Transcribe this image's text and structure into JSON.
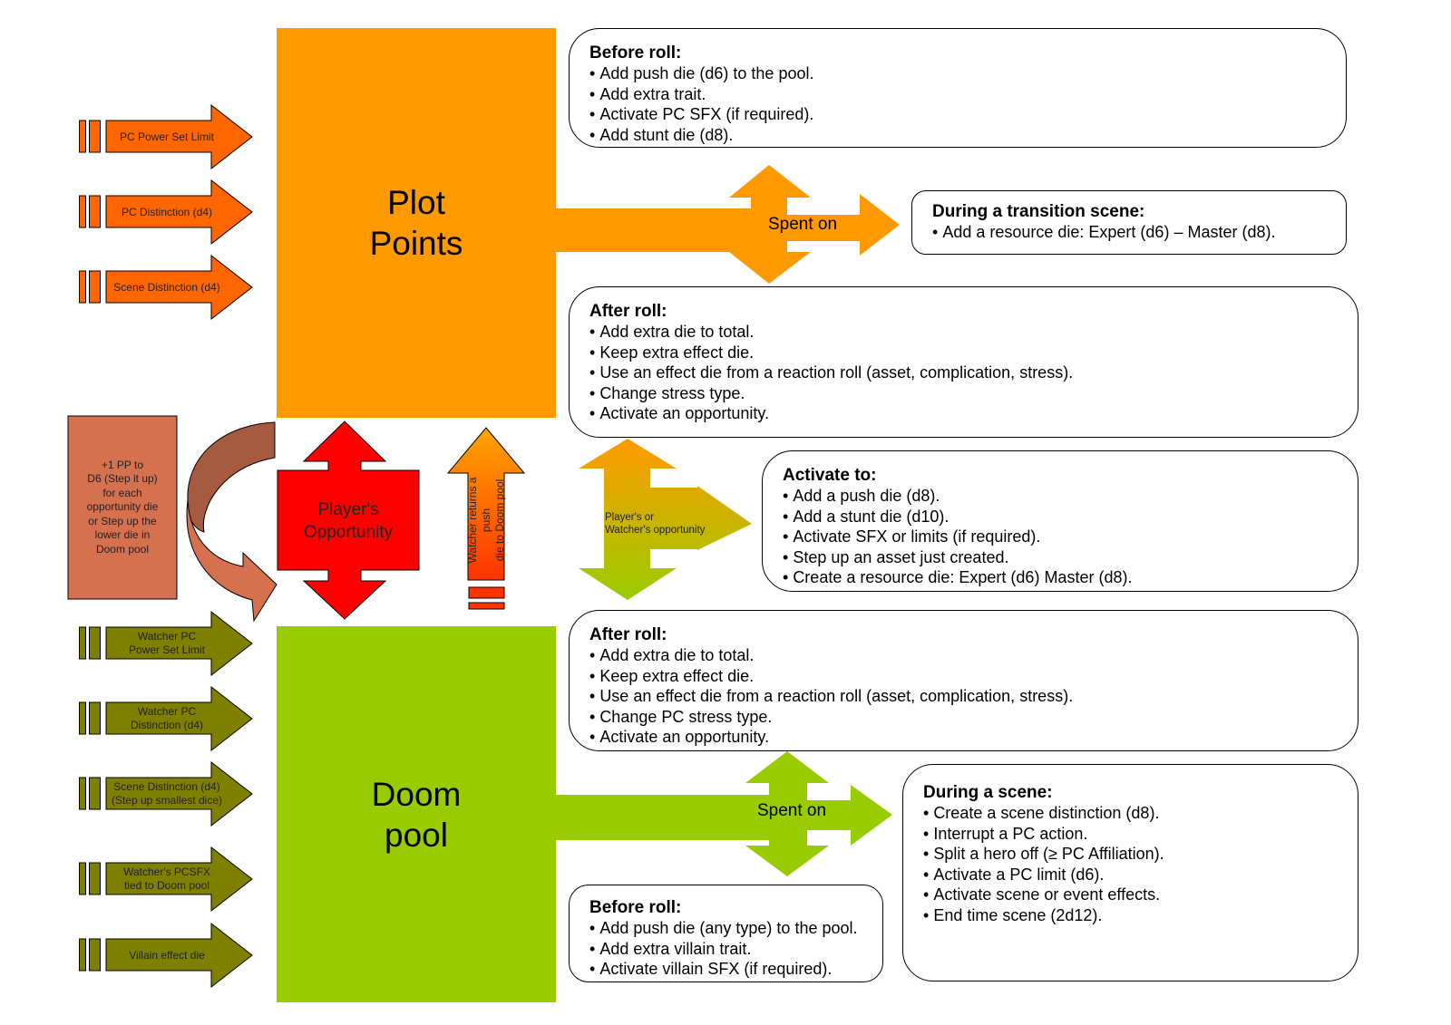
{
  "colors": {
    "plot_points": "#ff9900",
    "doom_pool": "#99cc00",
    "pp_input_arrow": "#ff6600",
    "doom_input_arrow": "#808000",
    "players_opportunity": "#ff0000",
    "pp_conversion_box": "#d5714f",
    "curved_arrow_dark": "#a65a40",
    "curved_arrow_light": "#d5714f"
  },
  "pools": {
    "plot_points": "Plot\nPoints",
    "doom_pool": "Doom\npool"
  },
  "plot_point_sources": [
    {
      "label": "PC Power Set Limit"
    },
    {
      "label": "PC Distinction (d4)"
    },
    {
      "label": "Scene Distinction (d4)"
    }
  ],
  "doom_pool_sources": [
    {
      "label": "Watcher PC\nPower Set Limit"
    },
    {
      "label": "Watcher PC\nDistinction (d4)"
    },
    {
      "label": "Scene Distinction (d4)\n(Step up smallest dice)"
    },
    {
      "label": "Watcher's PCSFX\ntied to Doom pool"
    },
    {
      "label": "Villain effect die"
    }
  ],
  "conversion_box": "+1 PP to\nD6 (Step it up)\nfor each\nopportunity die\nor Step up the\nlower die in\nDoom pool",
  "players_opportunity": "Player's\nOpportunity",
  "watcher_return": "Watcher returns a push\ndie to Doom pool",
  "shared_opportunity": "Player's or\nWatcher's opportunity",
  "spent_on_top": "Spent on",
  "spent_on_bottom": "Spent on",
  "callouts": {
    "pp_before_roll": {
      "title": "Before roll:",
      "items": [
        "Add push die (d6) to the pool.",
        "Add extra trait.",
        "Activate PC SFX (if required).",
        "Add stunt die (d8)."
      ]
    },
    "pp_transition": {
      "title": "During a transition scene:",
      "items": [
        "Add a resource die: Expert (d6) – Master (d8)."
      ]
    },
    "pp_after_roll": {
      "title": "After roll:",
      "items": [
        "Add extra die to total.",
        "Keep extra effect die.",
        "Use an effect die from a reaction roll (asset, complication, stress).",
        "Change stress type.",
        "Activate an opportunity."
      ]
    },
    "activate_to": {
      "title": "Activate to:",
      "items": [
        "Add a push die (d8).",
        "Add a stunt die (d10).",
        "Activate SFX or limits (if required).",
        "Step up an asset just created.",
        "Create a resource die: Expert (d6) Master (d8)."
      ]
    },
    "doom_after_roll": {
      "title": "After roll:",
      "items": [
        "Add extra die to total.",
        "Keep extra effect die.",
        "Use an effect die from a reaction roll (asset, complication, stress).",
        "Change PC stress type.",
        "Activate an opportunity."
      ]
    },
    "doom_during_scene": {
      "title": "During a scene:",
      "items": [
        "Create a scene distinction (d8).",
        "Interrupt a PC action.",
        "Split a hero off (≥ PC Affiliation).",
        "Activate a PC limit (d6).",
        "Activate scene or event effects.",
        "End time scene (2d12)."
      ]
    },
    "doom_before_roll": {
      "title": "Before roll:",
      "items": [
        "Add push die (any type) to the pool.",
        "Add extra villain trait.",
        "Activate villain SFX (if required)."
      ]
    }
  }
}
